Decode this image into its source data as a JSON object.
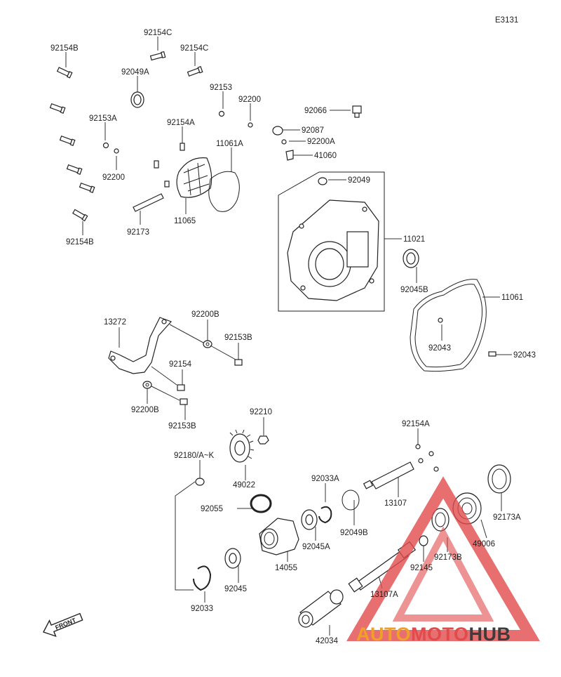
{
  "diagram_code": "E3131",
  "parts": [
    "92154C",
    "92154B",
    "92154C",
    "92049A",
    "92153",
    "92200",
    "92066",
    "92153A",
    "92154A",
    "11061A",
    "92087",
    "92200A",
    "41060",
    "92200",
    "92049",
    "92173",
    "11065",
    "92154B",
    "11021",
    "92045B",
    "11061",
    "13272",
    "92200B",
    "92153B",
    "92043",
    "92043",
    "92154",
    "92200B",
    "92153B",
    "92210",
    "92154A",
    "92180/A~K",
    "49022",
    "92033A",
    "92055",
    "13107",
    "92173A",
    "92049B",
    "92045A",
    "49006",
    "14055",
    "92173B",
    "92145",
    "92045",
    "13107A",
    "92033",
    "42034"
  ],
  "front_label": "FRONT",
  "watermark": {
    "part1": "AUTO",
    "part2": "MOTO",
    "part3": "HUB",
    "color1": "#f0a028",
    "color2": "#e24b4b",
    "color3": "#3c3c3c"
  }
}
